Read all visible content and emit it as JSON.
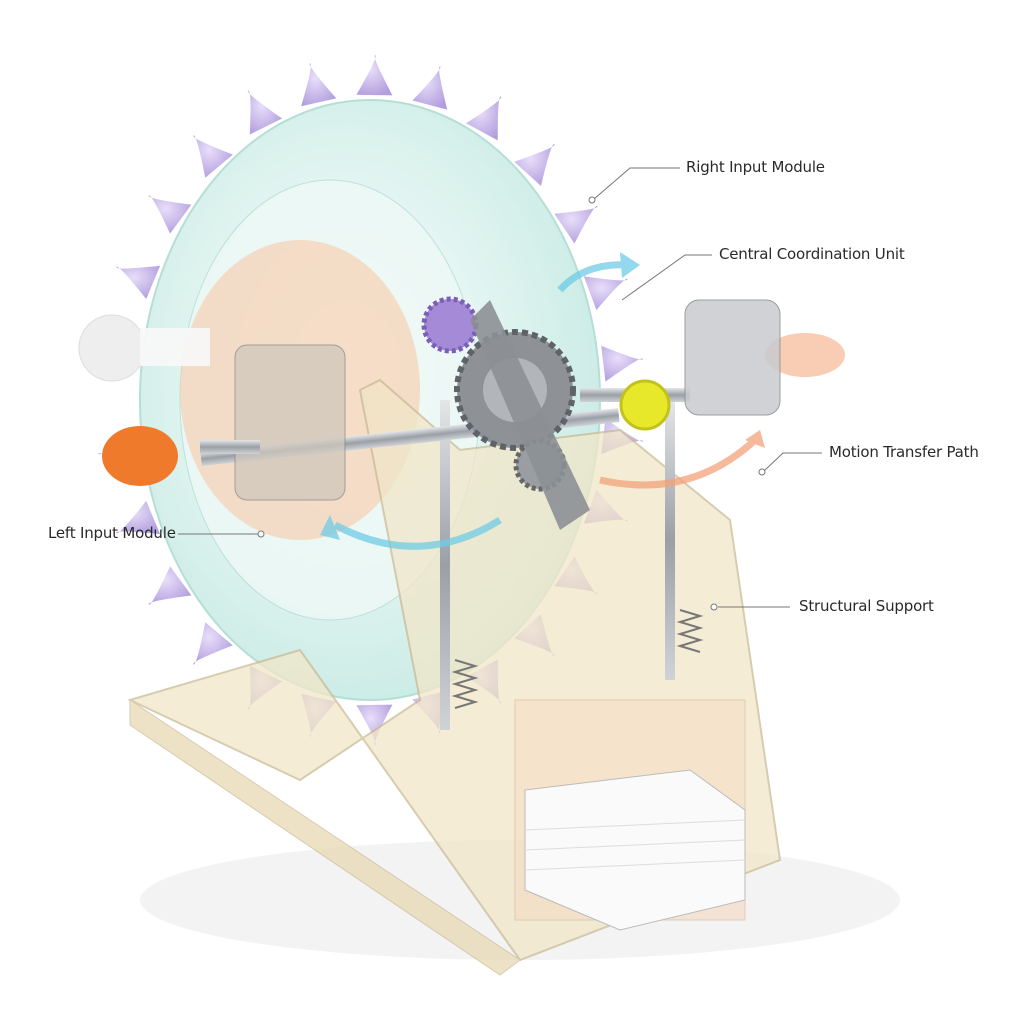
{
  "diagram": {
    "labels": {
      "right_input": "Right Input Module",
      "central_unit": "Central Coordination Unit",
      "motion_path": "Motion Transfer Path",
      "left_input": "Left Input Module",
      "structural": "Structural Support"
    },
    "colors": {
      "wheel": "#cfeee8",
      "spike": "#b9a3e3",
      "frame": "#f1e6c8",
      "orange": "#f07a2c",
      "cyan_arrow": "#6fcbe6",
      "metal": "#9a9ea3",
      "yellow": "#e8e82a"
    }
  }
}
